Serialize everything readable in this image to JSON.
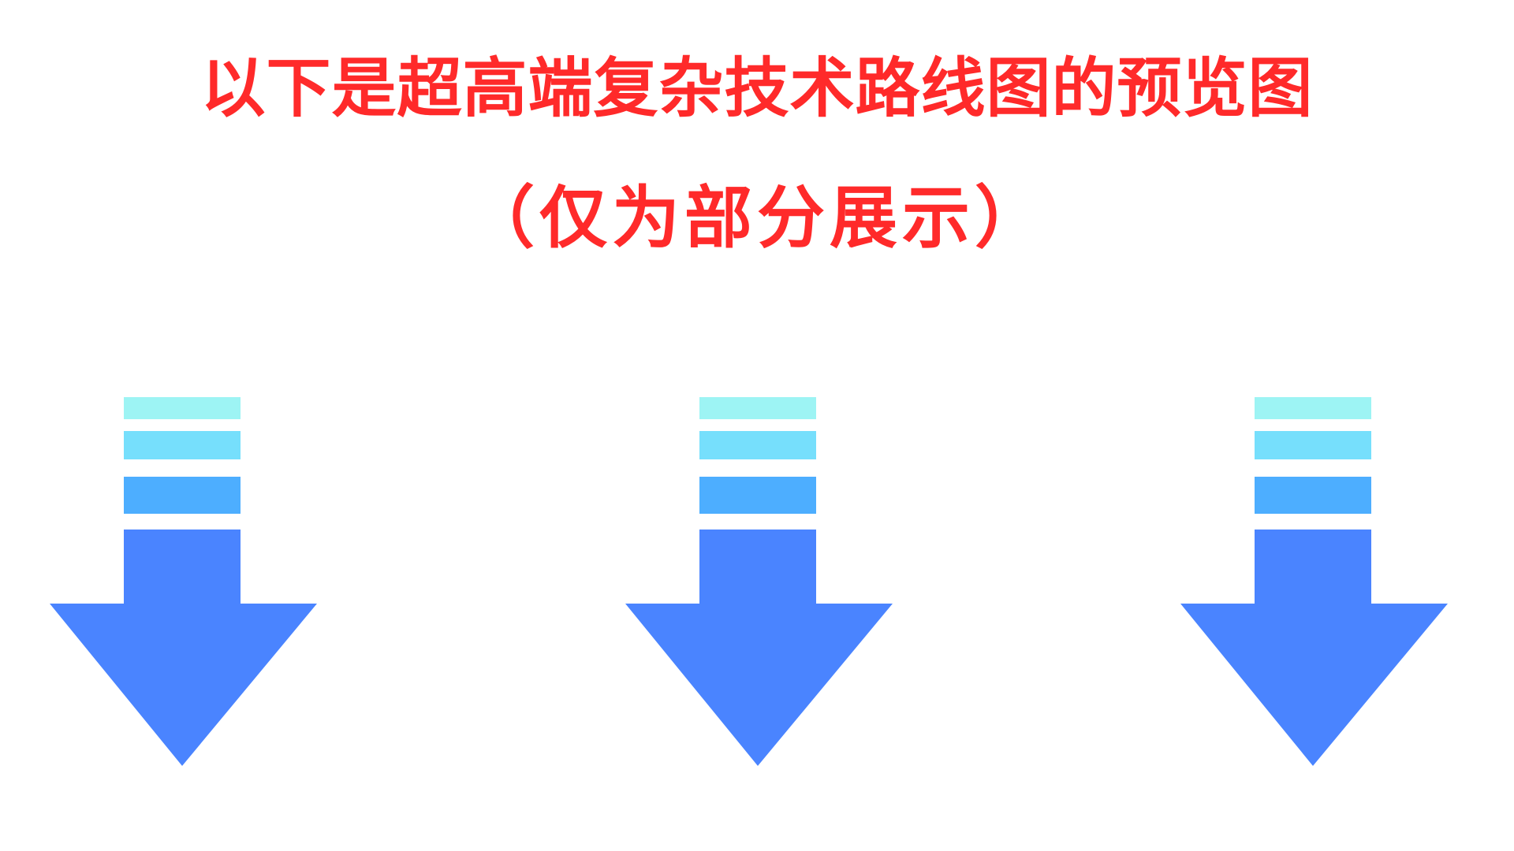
{
  "heading": {
    "title": "以下是超高端复杂技术路线图的预览图",
    "subtitle": "（仅为部分展示）",
    "color": "#ff2a2a"
  },
  "arrows": {
    "count": 3,
    "icon": "down-arrow-icon",
    "colors": {
      "bar1": "#9df4f4",
      "bar2": "#76dffc",
      "bar3": "#4daeff",
      "head": "#4a84ff"
    }
  }
}
